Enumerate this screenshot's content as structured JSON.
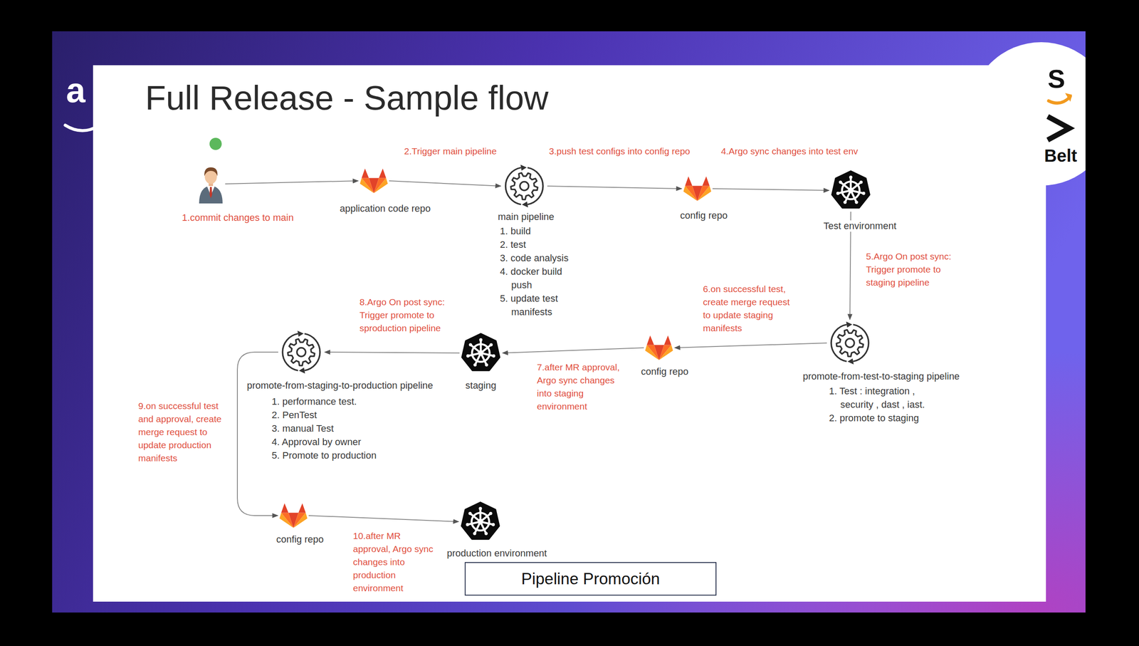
{
  "diagram": {
    "title": "Full Release - Sample flow",
    "caption": "Pipeline Promoción",
    "nodes": [
      {
        "text": [
          "1.commit changes to main"
        ]
      },
      {
        "text": [
          "application code repo"
        ]
      },
      {
        "text": [
          "main pipeline",
          "1. build",
          "2. test",
          "3. code analysis",
          "4. docker build push",
          "5. update test manifests"
        ]
      },
      {
        "text": [
          "config repo"
        ]
      },
      {
        "text": [
          "Test environment"
        ]
      },
      {
        "text": [
          "promote-from-test-to-staging pipeline",
          "1. Test : integration , security , dast , iast.",
          "2. promote to staging"
        ]
      },
      {
        "text": [
          "config repo"
        ]
      },
      {
        "text": [
          "staging"
        ]
      },
      {
        "text": [
          "promote-from-staging-to-production pipeline",
          "1. performance test.",
          "2. PenTest",
          "3. manual Test",
          "4. Approval by owner",
          "5. Promote to production"
        ]
      },
      {
        "text": [
          "config repo"
        ]
      },
      {
        "text": [
          "production environment"
        ]
      }
    ],
    "edges": [
      {
        "from": 0,
        "to": 1,
        "arrow": "to"
      },
      {
        "from": 1,
        "to": 2,
        "arrow": "to",
        "label": "2.Trigger main pipeline"
      },
      {
        "from": 2,
        "to": 3,
        "arrow": "to",
        "label": "3.push test configs into config repo"
      },
      {
        "from": 3,
        "to": 4,
        "arrow": "to",
        "label": "4.Argo sync changes into test env"
      },
      {
        "from": 4,
        "to": 5,
        "arrow": "to",
        "label": "5.Argo On post sync: Trigger promote to staging pipeline"
      },
      {
        "from": 5,
        "to": 6,
        "arrow": "to",
        "label": "6.on successful test, create merge request to update staging manifests"
      },
      {
        "from": 6,
        "to": 7,
        "arrow": "to",
        "label": "7.after MR approval, Argo sync changes into staging environment"
      },
      {
        "from": 7,
        "to": 8,
        "arrow": "to",
        "label": "8.Argo On post sync: Trigger promote to sproduction pipeline"
      },
      {
        "from": 8,
        "to": 9,
        "arrow": "to",
        "label": "9.on successful test and approval, create merge request to update production manifests"
      },
      {
        "from": 9,
        "to": 10,
        "arrow": "to",
        "label": "10.after MR approval, Argo sync changes into production environment"
      }
    ],
    "labels": [
      "a",
      "S",
      "Belt"
    ]
  }
}
